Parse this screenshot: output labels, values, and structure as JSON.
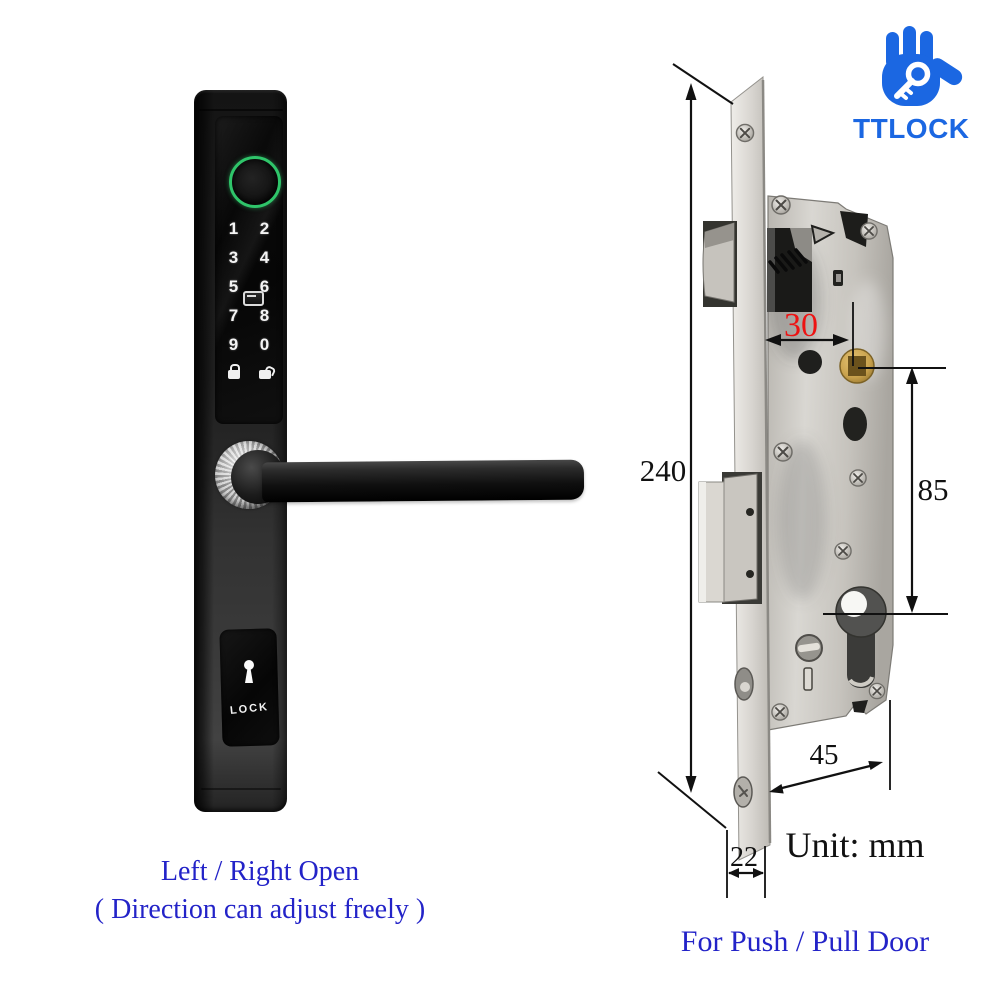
{
  "brand": {
    "name": "TTLOCK",
    "color": "#1b67e2",
    "icon": "hand-with-key-icon"
  },
  "smart_lock": {
    "keypad_digits": [
      "1",
      "2",
      "3",
      "4",
      "5",
      "6",
      "7",
      "8",
      "9",
      "0"
    ],
    "keyhole_label": "LOCK",
    "fingerprint_ring_color": "#2fc56a",
    "caption_line1": "Left / Right Open",
    "caption_line2": "( Direction can adjust freely )",
    "caption_color": "#2323c8",
    "icons": {
      "fingerprint": "fingerprint-sensor-icon",
      "lock": "lock-icon",
      "unlock": "unlock-icon",
      "card": "rfid-card-icon",
      "keyhole": "keyhole-icon"
    }
  },
  "mortise_diagram": {
    "unit_label": "Unit: mm",
    "caption": "For Push / Pull Door",
    "caption_color": "#2323c8",
    "line_color": "#111111",
    "backset_color": "#ee1212",
    "brass_color": "#c8a14c",
    "dimensions": {
      "total_height": "240",
      "backset": "30",
      "hole_centers": "85",
      "body_depth": "45",
      "faceplate_width": "22"
    }
  }
}
